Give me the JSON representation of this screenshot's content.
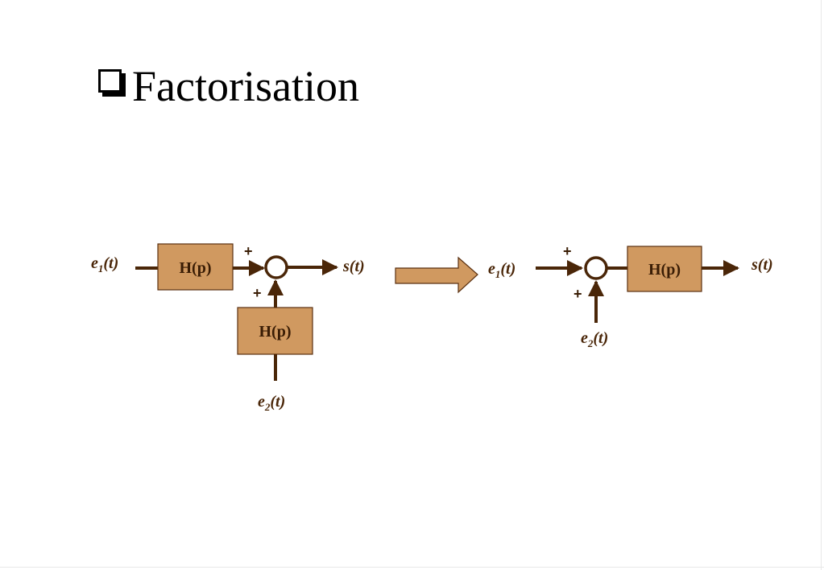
{
  "title": "Factorisation",
  "icons": {
    "title_bullet": "square-bullet-icon",
    "transform_arrow": "right-arrow-icon"
  },
  "colors": {
    "block_fill": "#d09960",
    "block_stroke": "#5a3010",
    "wire": "#4a2608",
    "label": "#4a2608"
  },
  "diagram_left": {
    "input1": {
      "base": "e",
      "sub": "1",
      "arg": "(t)"
    },
    "input2": {
      "base": "e",
      "sub": "2",
      "arg": "(t)"
    },
    "output": "s(t)",
    "block_top": "H(p)",
    "block_bottom": "H(p)",
    "sum_sign_top": "+",
    "sum_sign_bottom": "+"
  },
  "diagram_right": {
    "input1": {
      "base": "e",
      "sub": "1",
      "arg": "(t)"
    },
    "input2": {
      "base": "e",
      "sub": "2",
      "arg": "(t)"
    },
    "output": "s(t)",
    "block": "H(p)",
    "sum_sign_top": "+",
    "sum_sign_bottom": "+"
  }
}
